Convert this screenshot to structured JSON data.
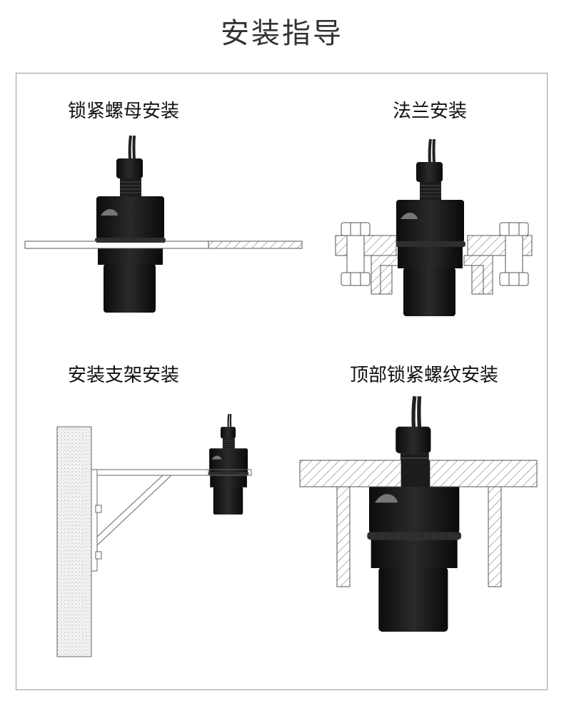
{
  "page_title": "安装指导",
  "sections": [
    {
      "label": "锁紧螺母安装"
    },
    {
      "label": "法兰安装"
    },
    {
      "label": "安装支架安装"
    },
    {
      "label": "顶部锁紧螺纹安装"
    }
  ],
  "colors": {
    "sensor_body": "#141414",
    "outline": "#555555",
    "frame": "#9a9a9a"
  }
}
